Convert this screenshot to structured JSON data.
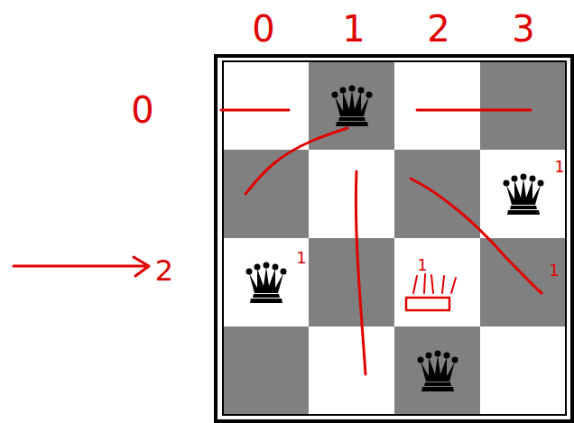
{
  "diagram": {
    "labels": [
      "0",
      "1",
      "2",
      "3",
      "0",
      "2",
      "1",
      "1",
      "1",
      "1"
    ]
  }
}
